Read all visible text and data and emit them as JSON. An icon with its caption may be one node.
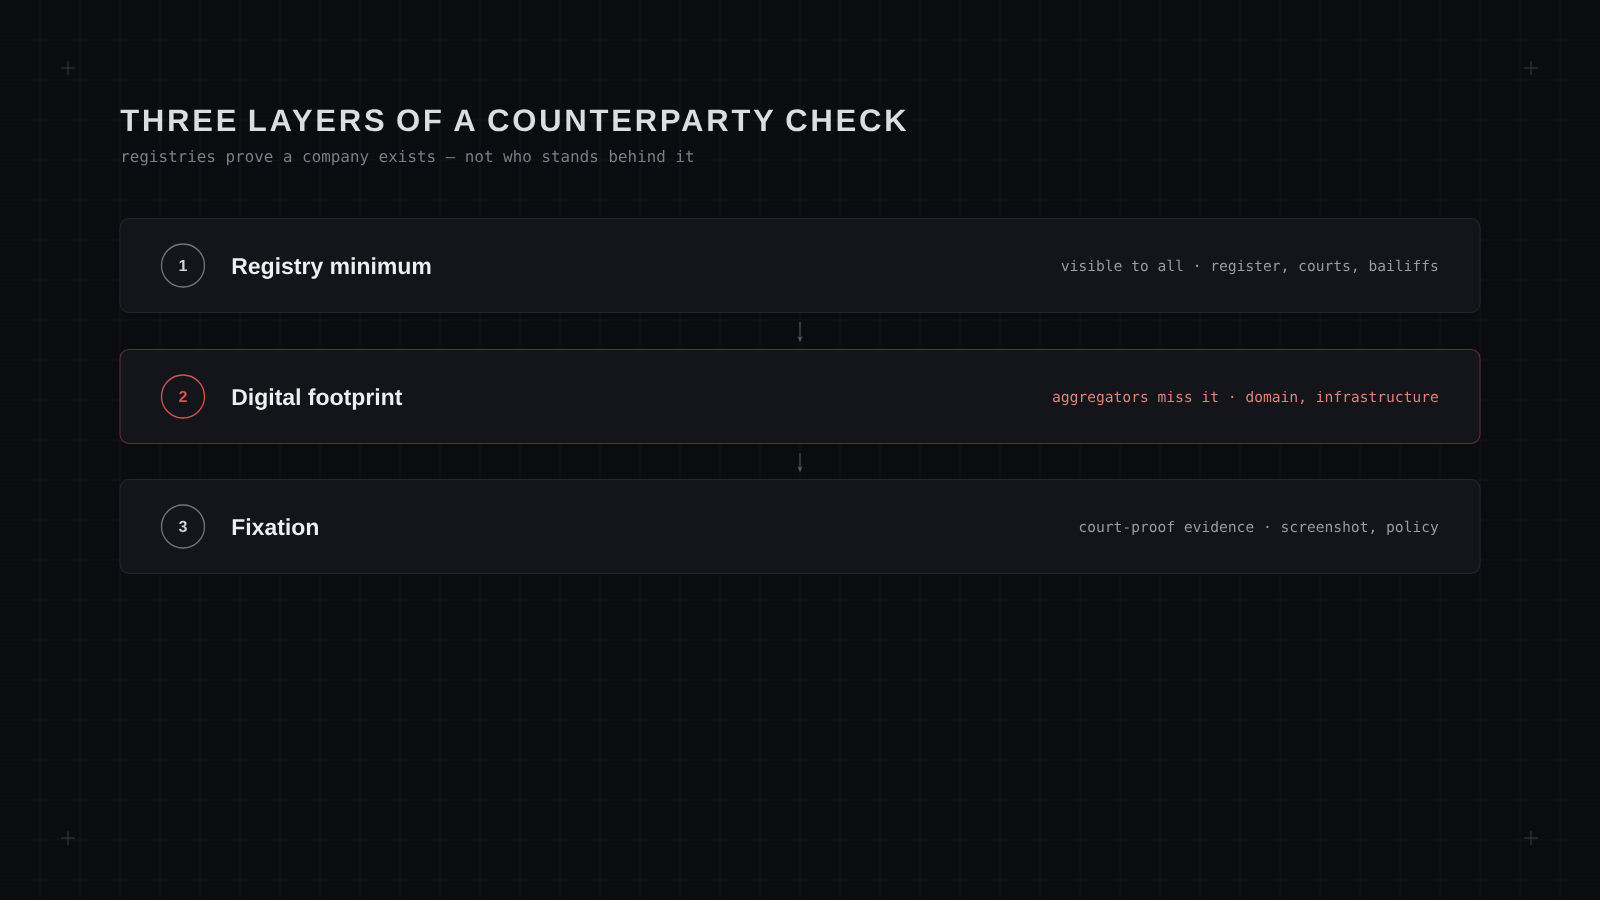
{
  "diagram": {
    "title": "THREE LAYERS OF A COUNTERPARTY CHECK",
    "nodes": [
      {
        "text": [
          "Registry minimum",
          "visible to all · register, courts, bailiffs"
        ]
      },
      {
        "text": [
          "1"
        ],
        "in": 0
      },
      {
        "text": [
          "Digital footprint",
          "aggregators miss it · domain, infrastructure"
        ]
      },
      {
        "text": [
          "2"
        ],
        "in": 2
      },
      {
        "text": [
          "Fixation",
          "court-proof evidence · screenshot, policy"
        ]
      },
      {
        "text": [
          "3"
        ],
        "in": 4
      }
    ],
    "edges": [
      {
        "from": 0,
        "to": 2,
        "arrow": "to"
      },
      {
        "from": 2,
        "to": 4,
        "arrow": "to"
      }
    ],
    "labels": [
      "registries prove a company exists — not who stands behind it"
    ]
  }
}
